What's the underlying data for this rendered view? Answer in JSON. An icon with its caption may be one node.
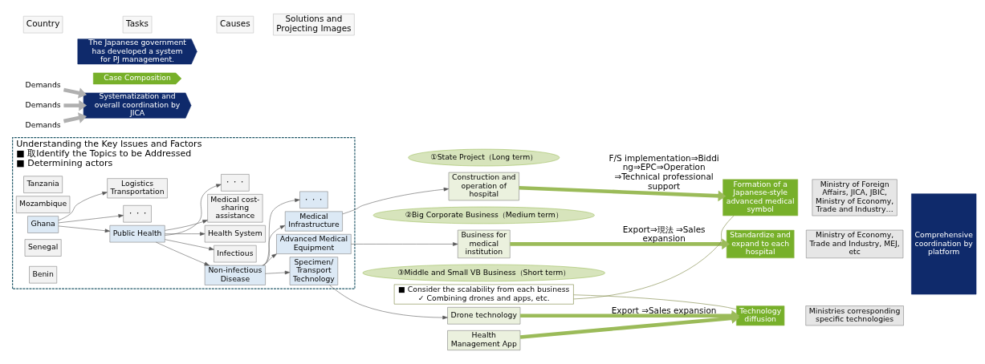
{
  "diagram": {
    "nodes": [
      {
        "text": [
          "Understanding the Key Issues and Factors",
          "■ 取Identify the Topics to be Addressed",
          "■ Determining actors"
        ]
      },
      {
        "text": [
          "Tanzania"
        ],
        "in": 0
      },
      {
        "text": [
          "Mozambique"
        ],
        "in": 0
      },
      {
        "text": [
          "Ghana"
        ],
        "in": 0
      },
      {
        "text": [
          "Senegal"
        ],
        "in": 0
      },
      {
        "text": [
          "Benin"
        ],
        "in": 0
      },
      {
        "text": [
          "Logistics Transportation"
        ],
        "in": 0
      },
      {
        "text": [
          "Public Health"
        ],
        "in": 0
      },
      {
        "text": [
          "・・・"
        ],
        "in": 0
      },
      {
        "text": [
          "Non-infectious Disease"
        ],
        "in": 0
      },
      {
        "text": [
          "Infectious"
        ],
        "in": 0
      },
      {
        "text": [
          "Health System"
        ],
        "in": 0
      },
      {
        "text": [
          "Medical cost-sharing assistance"
        ],
        "in": 0
      },
      {
        "text": [
          "・・・"
        ],
        "in": 0
      },
      {
        "text": [
          "Medical Infrastructure"
        ],
        "in": 0
      },
      {
        "text": [
          "Advanced Medical Equipment"
        ],
        "in": 0
      },
      {
        "text": [
          "Specimen/ Transport Technology"
        ],
        "in": 0
      },
      {
        "text": [
          "・・・"
        ],
        "in": 0
      },
      {
        "text": [
          "①State Project（Long term）"
        ]
      },
      {
        "text": [
          "Construction and operation of hospital"
        ]
      },
      {
        "text": [
          "Formation of a Japanese-style advanced medical symbol"
        ]
      },
      {
        "text": [
          "②Big Corporate Business（Medium term）"
        ]
      },
      {
        "text": [
          "Business for medical institution"
        ]
      },
      {
        "text": [
          "Standardize and expand to each hospital"
        ]
      },
      {
        "text": [
          "③Middle and Small VB Business（Short term）"
        ]
      },
      {
        "text": [
          "Drone technology"
        ]
      },
      {
        "text": [
          "Health Management App"
        ]
      },
      {
        "text": [
          "Technology diffusion"
        ]
      },
      {
        "text": [
          "Ministry of Foreign Affairs, JICA, JBIC, Ministry of Economy, Trade and Industry…"
        ]
      },
      {
        "text": [
          "Ministry of Economy, Trade and Industry, MEJ, etc"
        ]
      },
      {
        "text": [
          "Ministries corresponding specific technologies"
        ]
      },
      {
        "text": [
          "■ Consider the scalability from each business",
          "✓ Combining drones and apps, etc."
        ]
      },
      {
        "text": [
          "Comprehensive coordination by platform"
        ]
      },
      {
        "text": [
          "Systematization and overall coordination by JICA"
        ]
      },
      {
        "text": [
          "Case Composition"
        ]
      },
      {
        "text": [
          "The Japanese government has developed a system for PJ management."
        ]
      },
      {
        "text": [
          "Demands"
        ]
      },
      {
        "text": [
          "Demands"
        ]
      },
      {
        "text": [
          "Demands"
        ]
      }
    ],
    "edges": [
      {
        "from": 3,
        "to": 6,
        "arrow": "to"
      },
      {
        "from": 3,
        "to": 7,
        "arrow": "to"
      },
      {
        "from": 3,
        "to": 8,
        "arrow": "to"
      },
      {
        "from": 7,
        "to": 9,
        "arrow": "to"
      },
      {
        "from": 7,
        "to": 10,
        "arrow": "to"
      },
      {
        "from": 7,
        "to": 11,
        "arrow": "to"
      },
      {
        "from": 7,
        "to": 12,
        "arrow": "to"
      },
      {
        "from": 7,
        "to": 13,
        "arrow": "to"
      },
      {
        "from": 9,
        "to": 14,
        "arrow": "to"
      },
      {
        "from": 9,
        "to": 15,
        "arrow": "to"
      },
      {
        "from": 9,
        "to": 16,
        "arrow": "to"
      },
      {
        "from": 9,
        "to": 17,
        "arrow": "to"
      },
      {
        "from": 14,
        "to": 19,
        "arrow": "to"
      },
      {
        "from": 15,
        "to": 22,
        "arrow": "to"
      },
      {
        "from": 16,
        "to": 25,
        "arrow": "to"
      },
      {
        "from": 19,
        "to": 20,
        "arrow": "to",
        "label": "F/S implementation⇒Bidding⇒EPC⇒Operation ⇒Technical professional support",
        "style": "thick",
        "color": "#9bbb59"
      },
      {
        "from": 22,
        "to": 23,
        "arrow": "to",
        "label": "Export⇒現法 ⇒Sales expansion",
        "style": "thick",
        "color": "#9bbb59"
      },
      {
        "from": 25,
        "to": 27,
        "arrow": "to",
        "label": "Export ⇒Sales expansion",
        "style": "thick",
        "color": "#9bbb59"
      },
      {
        "from": 26,
        "to": 27,
        "arrow": "to",
        "style": "thick",
        "color": "#9bbb59"
      },
      {
        "from": 31,
        "to": 20,
        "arrow": "none",
        "color": "#76803a"
      },
      {
        "from": 31,
        "to": 27,
        "arrow": "none",
        "color": "#76803a"
      },
      {
        "from": 36,
        "to": 33,
        "arrow": "to",
        "style": "thick",
        "color": "#b0b0b0"
      },
      {
        "from": 37,
        "to": 33,
        "arrow": "to",
        "style": "thick",
        "color": "#b0b0b0"
      },
      {
        "from": 38,
        "to": 33,
        "arrow": "to",
        "style": "thick",
        "color": "#b0b0b0"
      }
    ],
    "labels": [
      "Country",
      "Tasks",
      "Causes",
      "Solutions and Projecting Images"
    ]
  }
}
